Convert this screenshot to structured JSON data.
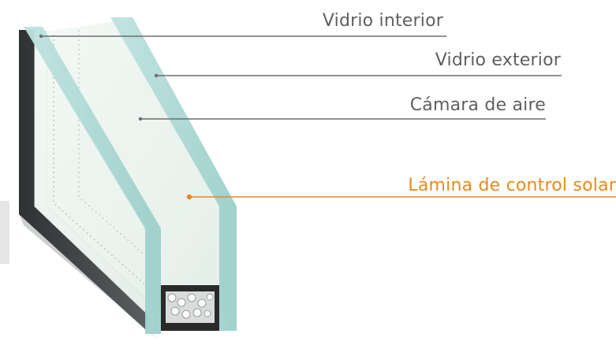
{
  "labels": {
    "inner_glass": "Vidrio interior",
    "outer_glass": "Vidrio exterior",
    "air_chamber": "Cámara de aire",
    "solar_film": "Lámina de control solar"
  },
  "colors": {
    "label_text": "#5f5f5f",
    "leader_line": "#6e6e6e",
    "highlight": "#e8891d",
    "glass_edge": "#a9d8d6",
    "glass_face": "#e9f3ee",
    "frame_dark": "#3e4142",
    "spacer": "#2a2a2a"
  }
}
